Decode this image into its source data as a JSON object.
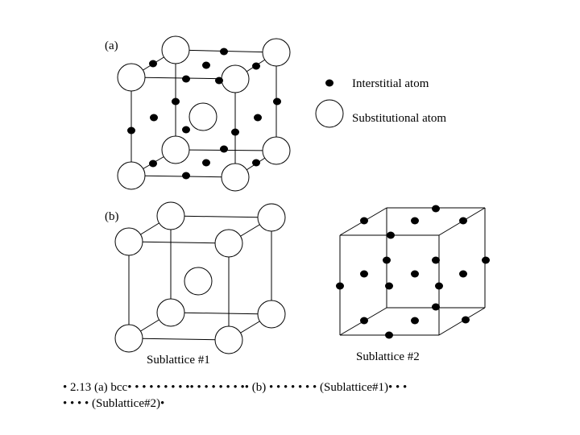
{
  "figure_a": {
    "label": "(a)",
    "legend": {
      "interstitial_label": "Interstitial atom",
      "substitutional_label": "Substitutional atom"
    }
  },
  "figure_b": {
    "label": "(b)",
    "sublattice1_label": "Sublattice #1",
    "sublattice2_label": "Sublattice #2"
  },
  "caption": {
    "line1": "•  2.13   (a) bcc•  •  •  •  •  •  •  •  ••  •  •  •  •  •  •  •• (b) •  •  •  •  •  •  •   (Sublattice#1)•  •  •",
    "line2": "•  •  •  •   (Sublattice#2)•"
  }
}
